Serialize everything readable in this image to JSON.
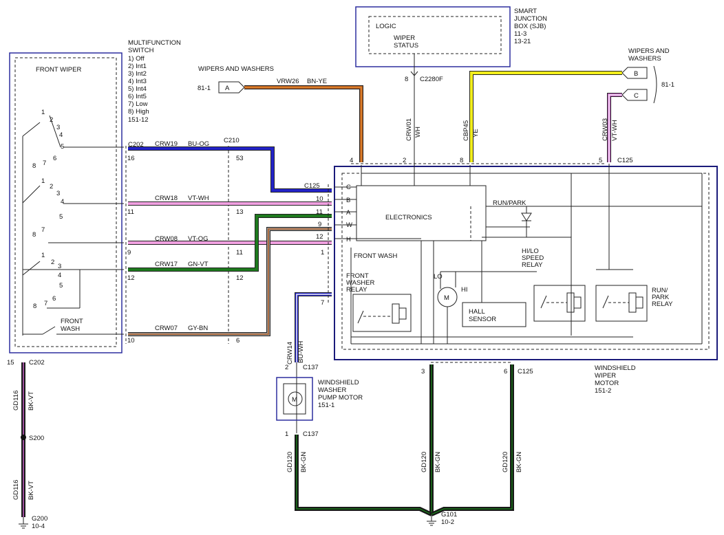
{
  "sjb": {
    "title_lines": [
      "SMART",
      "JUNCTION",
      "BOX (SJB)",
      "11-3",
      "13-21"
    ],
    "logic": "LOGIC",
    "status_lines": [
      "WIPER",
      "STATUS"
    ],
    "pin": "8",
    "connector": "C2280F"
  },
  "multifunction_switch": {
    "title_lines": [
      "MULTIFUNCTION",
      "SWITCH"
    ],
    "positions": [
      "1) Off",
      "2) Int1",
      "3) Int2",
      "4) Int3",
      "5) Int4",
      "6) Int5",
      "7) Low",
      "8) High"
    ],
    "ref": "151-12",
    "front_wiper": "FRONT WIPER",
    "front_wash_lines": [
      "FRONT",
      "WASH"
    ],
    "contact_numbers": [
      "1",
      "2",
      "3",
      "4",
      "5",
      "6",
      "7",
      "8"
    ]
  },
  "wipers_and_washers_left": {
    "label": "WIPERS AND WASHERS",
    "ref": "81-1",
    "terminal": "A"
  },
  "wipers_and_washers_right": {
    "label_lines": [
      "WIPERS AND",
      "WASHERS"
    ],
    "ref": "81-1",
    "terminal_b": "B",
    "terminal_c": "C"
  },
  "wires": {
    "vrw26": {
      "circuit": "VRW26",
      "color": "BN-YE"
    },
    "crw01": {
      "circuit": "CRW01",
      "color": "WH"
    },
    "cbp45": {
      "circuit": "CBP45",
      "color": "YE"
    },
    "crw03": {
      "circuit": "CRW03",
      "color": "VT-WH"
    },
    "crw19": {
      "circuit": "CRW19",
      "color": "BU-OG"
    },
    "crw18": {
      "circuit": "CRW18",
      "color": "VT-WH"
    },
    "crw08": {
      "circuit": "CRW08",
      "color": "VT-OG"
    },
    "crw17": {
      "circuit": "CRW17",
      "color": "GN-VT"
    },
    "crw07": {
      "circuit": "CRW07",
      "color": "GY-BN"
    },
    "crw14": {
      "circuit": "CRW14",
      "color": "BU-WH"
    },
    "gd116_top": {
      "circuit": "GD116",
      "color": "BK-VT"
    },
    "gd116_bottom": {
      "circuit": "GD116",
      "color": "BK-VT"
    },
    "gd120_pump": {
      "circuit": "GD120",
      "color": "BK-GN"
    },
    "gd120_mid": {
      "circuit": "GD120",
      "color": "BK-GN"
    },
    "gd120_right": {
      "circuit": "GD120",
      "color": "BK-GN"
    }
  },
  "connectors": {
    "c202": "C202",
    "c210": "C210",
    "c125": "C125",
    "c137": "C137",
    "s200": "S200",
    "g200": {
      "name": "G200",
      "ref": "10-4"
    },
    "g101": {
      "name": "G101",
      "ref": "10-2"
    }
  },
  "pins": {
    "c202": [
      "16",
      "11",
      "9",
      "12",
      "10",
      "15"
    ],
    "c210": [
      "53",
      "13",
      "11",
      "12",
      "6"
    ],
    "c125_left": [
      "10",
      "11",
      "9",
      "12",
      "1",
      "7"
    ],
    "c125_top": [
      "4",
      "2",
      "8",
      "5"
    ],
    "c125_bottom": [
      "3",
      "6"
    ],
    "c137_top": "2",
    "c137_bottom": "1",
    "c2280f": "8"
  },
  "motor": {
    "title_lines": [
      "WINDSHIELD",
      "WIPER",
      "MOTOR",
      "151-2"
    ],
    "internal_terminals": [
      "C",
      "B",
      "A",
      "W",
      "H"
    ],
    "electronics": "ELECTRONICS",
    "run_park": "RUN/PARK",
    "front_wash": "FRONT WASH",
    "front_washer_relay_lines": [
      "FRONT",
      "WASHER",
      "RELAY"
    ],
    "hi_lo_relay_lines": [
      "HI/LO",
      "SPEED",
      "RELAY"
    ],
    "run_park_relay_lines": [
      "RUN/",
      "PARK",
      "RELAY"
    ],
    "hall_sensor_lines": [
      "HALL",
      "SENSOR"
    ],
    "motor_symbol": "M",
    "lo": "LO",
    "hi": "HI"
  },
  "pump": {
    "title_lines": [
      "WINDSHIELD",
      "WASHER",
      "PUMP MOTOR",
      "151-1"
    ],
    "motor_symbol": "M"
  },
  "colors": {
    "brown": "#b25d22",
    "orange": "#e88a2e",
    "yellow": "#f2ee1c",
    "violet": "#cc66cc",
    "pink": "#f0a0e0",
    "blue": "#2323c8",
    "green": "#1e7a1e",
    "black": "#111111",
    "grey": "#9a9a9a",
    "white_wire": "#f4f4f4",
    "frame_blue": "#2b2d9e",
    "frame_navy": "#1a1a7a"
  }
}
